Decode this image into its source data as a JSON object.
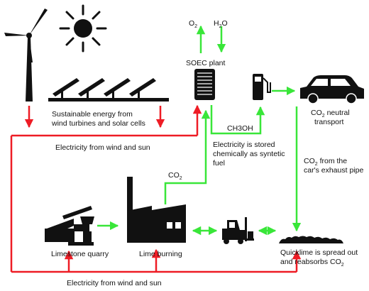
{
  "labels": {
    "o2": {
      "main": "O",
      "sub": "2"
    },
    "h2o": {
      "pre": "H",
      "sub": "2",
      "post": "O"
    },
    "soec_plant": "SOEC plant",
    "sustainable_line1": "Sustainable energy from",
    "sustainable_line2": "wind turbines and solar cells",
    "electricity_top": "Electricity from wind and sun",
    "electricity_bottom": "Electricity from wind and sun",
    "ch3oh": "CH3OH",
    "co2_neutral": {
      "pre": "CO",
      "sub": "2",
      "post": " neutral"
    },
    "transport": "transport",
    "stored_line1": "Electricity is stored",
    "stored_line2": "chemically as syntetic",
    "stored_line3": "fuel",
    "co2_factory": {
      "pre": "CO",
      "sub": "2"
    },
    "co2_car_line1": {
      "pre": "CO",
      "sub": "2",
      "post": " from the"
    },
    "co2_car_line2": "car's exhaust pipe",
    "limestone_quarry": "Limestone quarry",
    "lime_burning": "Lime burning",
    "quicklime_line1": "Quicklime is spread out",
    "quicklime_line2": {
      "pre": "and reabsorbs CO",
      "sub": "2"
    }
  },
  "colors": {
    "electricity_arrow": "#ee1c25",
    "co2_arrow": "#39e639",
    "icon": "#111111"
  }
}
